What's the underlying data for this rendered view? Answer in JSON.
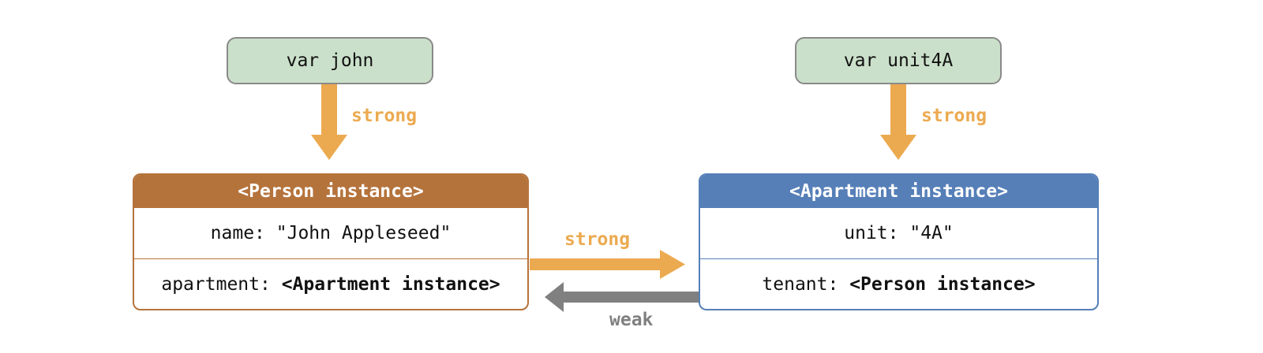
{
  "diagram": {
    "variables": [
      {
        "id": "john",
        "label": "var john"
      },
      {
        "id": "unit4A",
        "label": "var unit4A"
      }
    ],
    "instances": {
      "person": {
        "title": "<Person instance>",
        "rows": [
          {
            "prefix": "name: ",
            "value": "\"John Appleseed\""
          },
          {
            "prefix": "apartment: ",
            "value": "<Apartment instance>"
          }
        ]
      },
      "apartment": {
        "title": "<Apartment instance>",
        "rows": [
          {
            "prefix": "unit: ",
            "value": "\"4A\""
          },
          {
            "prefix": "tenant: ",
            "value": "<Person instance>"
          }
        ]
      }
    },
    "references": {
      "john_to_person": "strong",
      "unit4A_to_apartment": "strong",
      "person_to_apartment": "strong",
      "apartment_to_person": "weak"
    }
  },
  "colors": {
    "var_fill": "#cbe0ca",
    "var_border": "#8a8a8a",
    "person_accent": "#b5733c",
    "apartment_accent": "#567fb8",
    "strong": "#ecaa50",
    "weak": "#808080",
    "header_text": "#ffffff",
    "body_text": "#111111",
    "background": "#ffffff"
  }
}
